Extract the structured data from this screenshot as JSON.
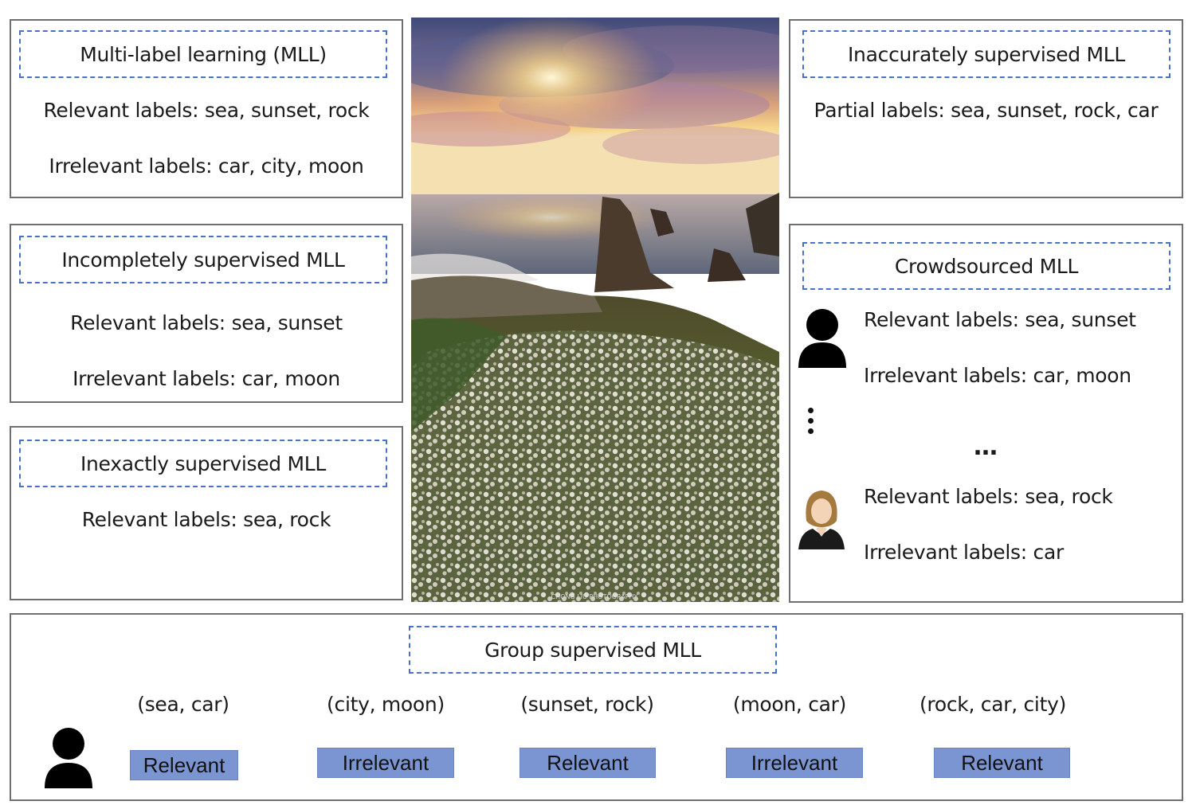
{
  "mll": {
    "title": "Multi-label learning (MLL)",
    "relevant": "Relevant labels:  sea, sunset, rock",
    "irrelevant": "Irrelevant labels:  car, city, moon"
  },
  "incomplete": {
    "title": "Incompletely supervised MLL",
    "relevant": "Relevant labels:  sea, sunset",
    "irrelevant": "Irrelevant labels:  car, moon"
  },
  "inexact": {
    "title": "Inexactly supervised MLL",
    "relevant": "Relevant labels:  sea, rock"
  },
  "inaccurate": {
    "title": "Inaccurately supervised MLL",
    "partial": "Partial labels:  sea, sunset, rock, car"
  },
  "crowd": {
    "title": "Crowdsourced MLL",
    "annotator1_relevant": "Relevant labels:  sea, sunset",
    "annotator1_irrelevant": "Irrelevant labels:  car, moon",
    "ellipsis": "…",
    "annotator2_relevant": "Relevant labels:  sea, rock",
    "annotator2_irrelevant": "Irrelevant labels:  car"
  },
  "photo": {
    "watermark": "CHONG LIU PHOTOGRAPHY"
  },
  "group": {
    "title": "Group supervised MLL",
    "groups": [
      {
        "labels": "(sea, car)",
        "tag": "Relevant"
      },
      {
        "labels": "(city, moon)",
        "tag": "Irrelevant"
      },
      {
        "labels": "(sunset, rock)",
        "tag": "Relevant"
      },
      {
        "labels": "(moon, car)",
        "tag": "Irrelevant"
      },
      {
        "labels": "(rock, car, city)",
        "tag": "Relevant"
      }
    ]
  },
  "colors": {
    "dash_border": "#4a72c4",
    "tag_fill": "#7b95d3",
    "panel_border": "#6f6f6f"
  },
  "icons": [
    "person-icon",
    "woman-avatar-icon",
    "vertical-ellipsis-icon"
  ]
}
